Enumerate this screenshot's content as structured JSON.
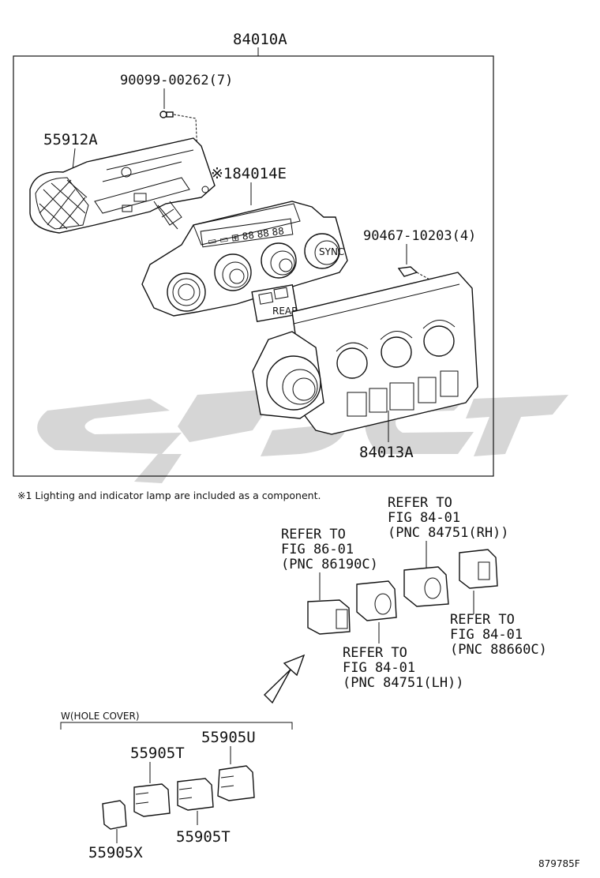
{
  "assembly_label": "84010A",
  "screw_label": "90099-00262(7)",
  "cover_label": "55912A",
  "control_panel_label": "※184014E",
  "clip_label": "90467-10203(4)",
  "heater_panel_label": "84013A",
  "footnote": "※1 Lighting and indicator lamp are included as a component.",
  "refer_86190c": [
    "REFER TO",
    "FIG 86-01",
    "(PNC 86190C)"
  ],
  "refer_84751_rh": [
    "REFER TO",
    "FIG 84-01",
    "(PNC 84751(RH))"
  ],
  "refer_88660c": [
    "REFER TO",
    "FIG 84-01",
    "(PNC 88660C)"
  ],
  "refer_84751_lh": [
    "REFER TO",
    "FIG 84-01",
    "(PNC 84751(LH))"
  ],
  "hole_cover_heading": "W(HOLE COVER)",
  "hole_cover_parts": {
    "u": "55905U",
    "t_top": "55905T",
    "t_bottom": "55905T",
    "x": "55905X"
  },
  "drawing_number": "879785F",
  "watermark_color": "#cfcfcf"
}
